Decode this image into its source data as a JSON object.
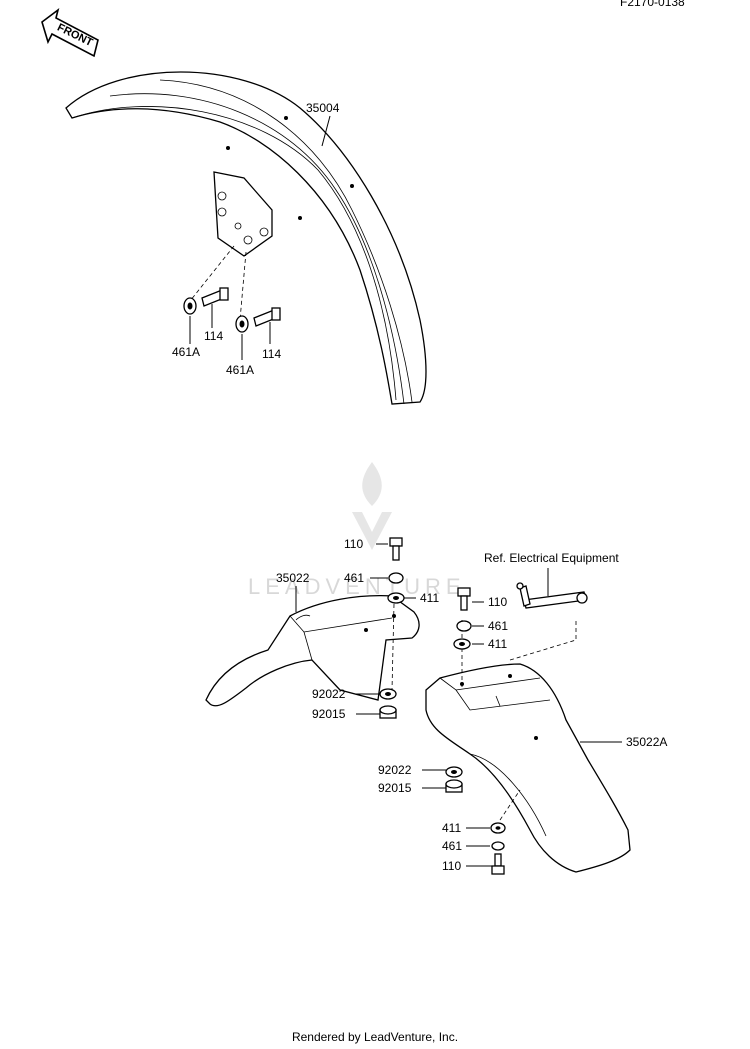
{
  "header": {
    "drawing_code": "F2170-0138"
  },
  "direction": {
    "front_label": "FRONT"
  },
  "watermark": {
    "text": "LEADVENTURE"
  },
  "reference": {
    "text": "Ref. Electrical Equipment"
  },
  "parts": {
    "front_fender": "35004",
    "front_bolt_1": "114",
    "front_bolt_2": "114",
    "front_nut_1": "461A",
    "front_nut_2": "461A",
    "rear_fender": "35022",
    "rear_fender_a": "35022A",
    "bolt_left": "110",
    "washer_left": "461",
    "collar_left": "411",
    "grommet_left": "92022",
    "bushing_left": "92015",
    "bolt_right": "110",
    "washer_right": "461",
    "collar_right": "411",
    "grommet_right": "92022",
    "bushing_right": "92015",
    "collar_bottom": "411",
    "washer_bottom": "461",
    "bolt_bottom": "110"
  },
  "footer": {
    "text": "Rendered by LeadVenture, Inc."
  }
}
